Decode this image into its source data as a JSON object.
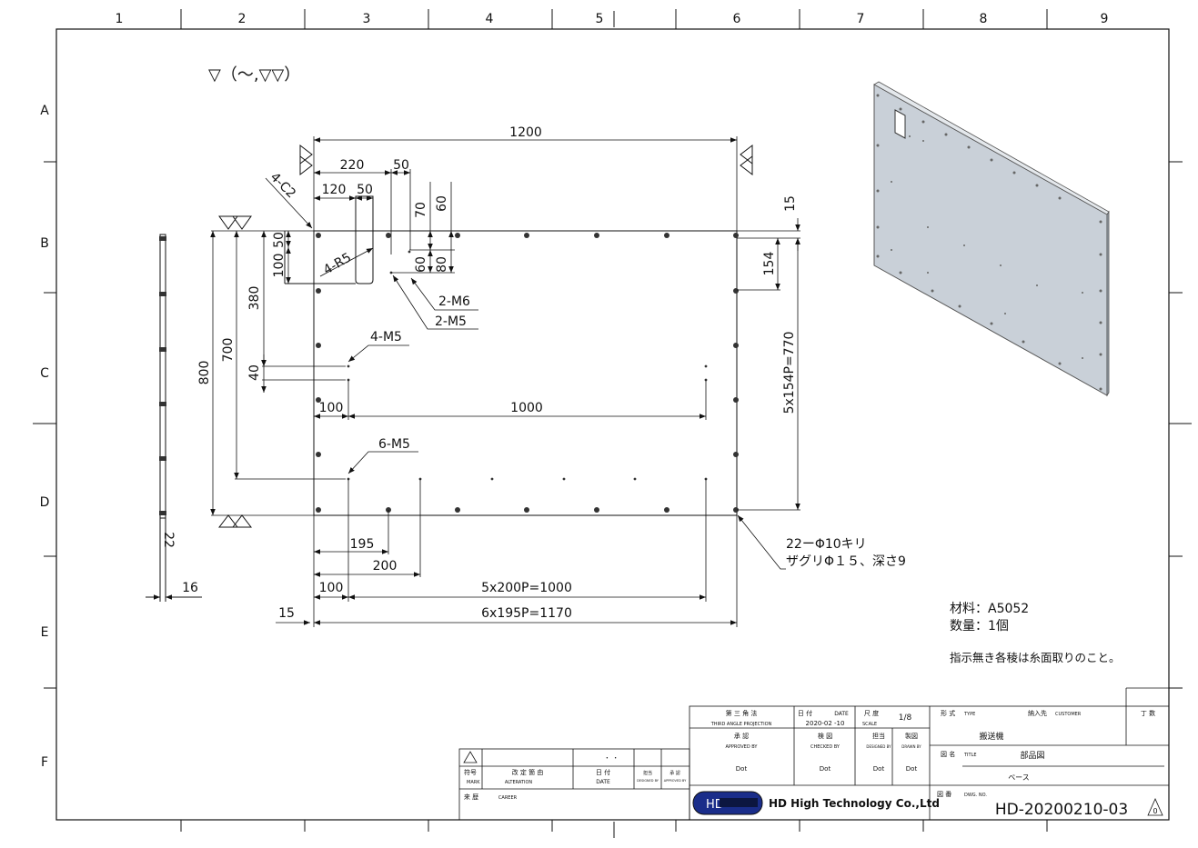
{
  "grid": {
    "columns": [
      "1",
      "2",
      "3",
      "4",
      "5",
      "6",
      "7",
      "8",
      "9"
    ],
    "rows": [
      "A",
      "B",
      "C",
      "D",
      "E",
      "F"
    ]
  },
  "surface_finish": "▽（～,▽▽）",
  "dimensions": {
    "overall_width": "1200",
    "d220": "220",
    "d50_top": "50",
    "d120": "120",
    "d50_slot": "50",
    "d70": "70",
    "d60_top": "60",
    "d15_top": "15",
    "chamfer": "4-C2",
    "d50_left": "50",
    "d100_left": "100",
    "radius": "4-R5",
    "d60_mid": "60",
    "d80": "80",
    "tap_m6": "2-M6",
    "tap_m5_2": "2-M5",
    "tap_m5_4": "4-M5",
    "d380": "380",
    "d154": "154",
    "pitch_right": "5x154P=770",
    "d700": "700",
    "d800": "800",
    "d40": "40",
    "d100_a": "100",
    "d1000": "1000",
    "tap_m5_6": "6-M5",
    "d195": "195",
    "d200": "200",
    "d100_b": "100",
    "pitch_bottom_a": "5x200P=1000",
    "d15_bottom": "15",
    "pitch_bottom_b": "6x195P=1170",
    "thickness": "16",
    "side_label": "22",
    "holes_line1": "22ーΦ10キリ",
    "holes_line2": "ザグリΦ１５、深さ9"
  },
  "notes": {
    "material": "材料：A5052",
    "quantity": "数量：1個",
    "edge_note": "指示無き各稜は糸面取りのこと。"
  },
  "title_block": {
    "projection_jp": "第 三 角 法",
    "projection_en": "THIRD ANGLE PROJECTION",
    "date_jp": "日 付",
    "date_en": "DATE",
    "date_value": "2020-02 -10",
    "scale_jp": "尺 度",
    "scale_en": "SCALE",
    "scale_value": "1/8",
    "approved_jp": "承 認",
    "approved_en": "APPROVED BY",
    "approved_value": "Dot",
    "checked_jp": "検 図",
    "checked_en": "CHECKED BY",
    "checked_value": "Dot",
    "designed_jp": "担当",
    "designed_en": "DESIGNED BY",
    "designed_value": "Dot",
    "drawn_jp": "製図",
    "drawn_en": "DRAWN BY",
    "drawn_value": "Dot",
    "type_jp": "形 式",
    "type_en": "TYPE",
    "customer_jp": "納入先",
    "customer_en": "CUSTOMER",
    "type_value": "搬送機",
    "name_jp": "図 名",
    "name_en": "TITLE",
    "title_value": "部品図",
    "subtitle_value": "ベース",
    "number_jp": "図 番",
    "number_en": "DWG. NO.",
    "drawing_number": "HD-20200210-03",
    "revision": "0",
    "pages": "丁 数",
    "company": "HD High Technology Co.,Ltd",
    "logo_text": "HD"
  },
  "revision_table": {
    "mark_jp": "符号",
    "mark_en": "MARK",
    "alteration_jp": "改 定 箇 由",
    "alteration_en": "ALTERATION",
    "date_jp": "日 付",
    "date_en": "DATE",
    "date_blank": "・ ・",
    "designed_jp": "担当",
    "designed_en": "DESIGNED BY",
    "approved_jp": "承 認",
    "approved_en": "APPROVED BY",
    "career_jp": "来 歴",
    "career_en": "CAREER"
  }
}
